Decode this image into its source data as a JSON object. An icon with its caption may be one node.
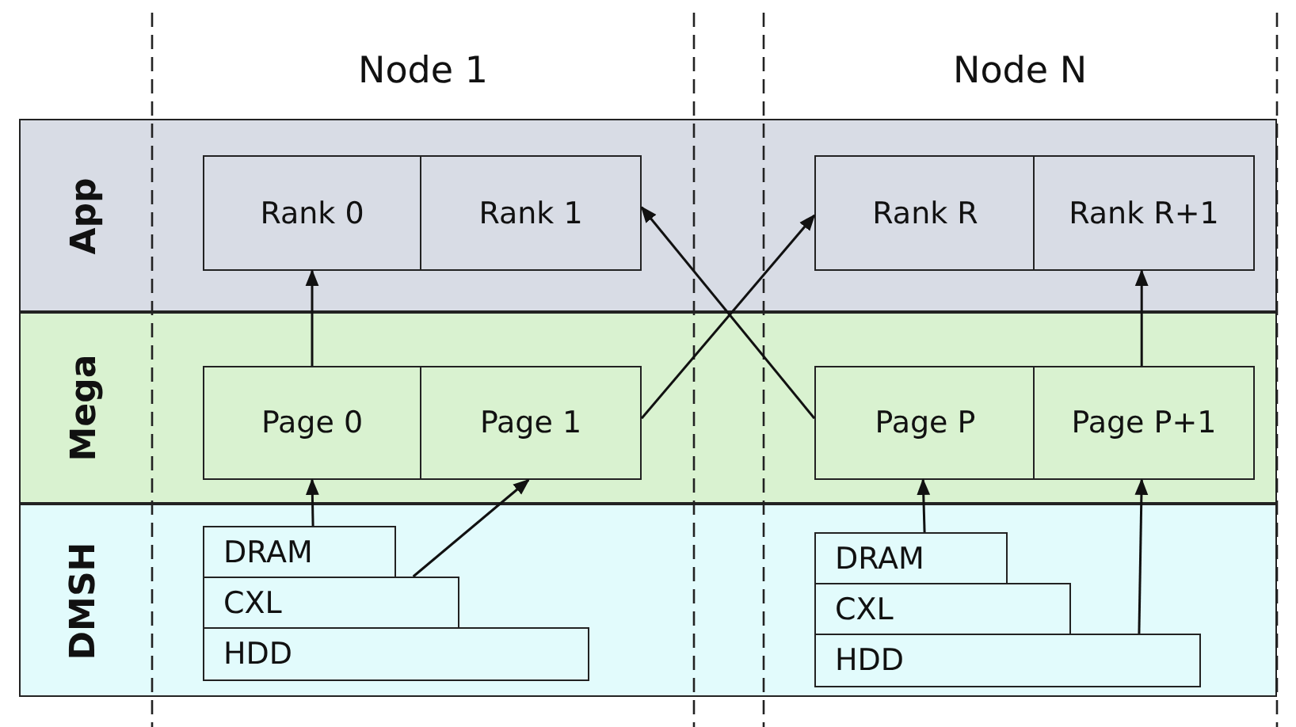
{
  "diagram": {
    "nodes": [
      {
        "text": [
          "Rank 0"
        ]
      },
      {
        "text": [
          "Rank 1"
        ]
      },
      {
        "text": [
          "Rank R"
        ]
      },
      {
        "text": [
          "Rank R+1"
        ]
      },
      {
        "text": [
          "Page 0"
        ]
      },
      {
        "text": [
          "Page 1"
        ]
      },
      {
        "text": [
          "Page P"
        ]
      },
      {
        "text": [
          "Page P+1"
        ]
      },
      {
        "text": [
          "DRAM"
        ]
      },
      {
        "text": [
          "CXL"
        ]
      },
      {
        "text": [
          "HDD"
        ]
      },
      {
        "text": [
          "DRAM"
        ]
      },
      {
        "text": [
          "CXL"
        ]
      },
      {
        "text": [
          "HDD"
        ]
      }
    ],
    "edges": [
      {
        "from": 4,
        "to": 0,
        "arrow": "to"
      },
      {
        "from": 5,
        "to": 2,
        "arrow": "to"
      },
      {
        "from": 6,
        "to": 1,
        "arrow": "to"
      },
      {
        "from": 7,
        "to": 3,
        "arrow": "to"
      },
      {
        "from": 8,
        "to": 4,
        "arrow": "to"
      },
      {
        "from": 9,
        "to": 5,
        "arrow": "to"
      },
      {
        "from": 11,
        "to": 6,
        "arrow": "to"
      },
      {
        "from": 13,
        "to": 7,
        "arrow": "to"
      }
    ],
    "labels": [
      "Node 1",
      "Node N",
      "App",
      "Mega",
      "DMSH"
    ]
  }
}
